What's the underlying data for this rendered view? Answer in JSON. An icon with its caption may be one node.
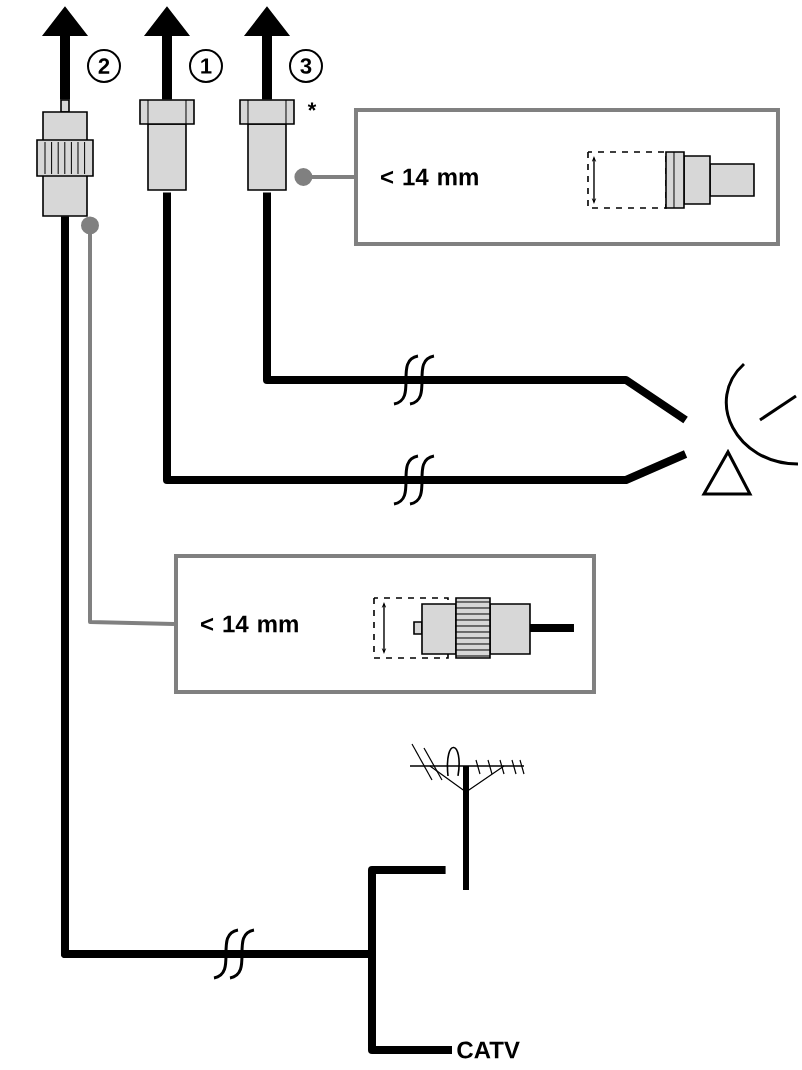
{
  "diagram": {
    "nodes": [
      {
        "text": [],
        "shape": "plug",
        "beside": [
          "2"
        ]
      },
      {
        "text": [],
        "shape": "plug",
        "beside": [
          "1"
        ]
      },
      {
        "text": [],
        "shape": "plug",
        "beside": [
          "3",
          "*"
        ]
      },
      {
        "text": [
          "< 14 mm"
        ]
      },
      {
        "text": [
          "< 14 mm"
        ]
      },
      {
        "text": [],
        "shape": "dish"
      },
      {
        "text": [],
        "shape": "antenna"
      },
      {
        "text": [
          "CATV"
        ]
      }
    ],
    "edges": [
      {
        "from": 0,
        "to": null,
        "arrow": "to"
      },
      {
        "from": 1,
        "to": null,
        "arrow": "to"
      },
      {
        "from": 2,
        "to": null,
        "arrow": "to"
      },
      {
        "from": 2,
        "to": 5,
        "arrow": "none"
      },
      {
        "from": 1,
        "to": 5,
        "arrow": "none"
      },
      {
        "from": 3,
        "to": 2,
        "arrow": "other",
        "color": "#808080"
      },
      {
        "from": 4,
        "to": 0,
        "arrow": "other",
        "color": "#808080"
      },
      {
        "from": 0,
        "to": 6,
        "arrow": "none"
      },
      {
        "from": 0,
        "to": 7,
        "arrow": "none"
      }
    ]
  }
}
